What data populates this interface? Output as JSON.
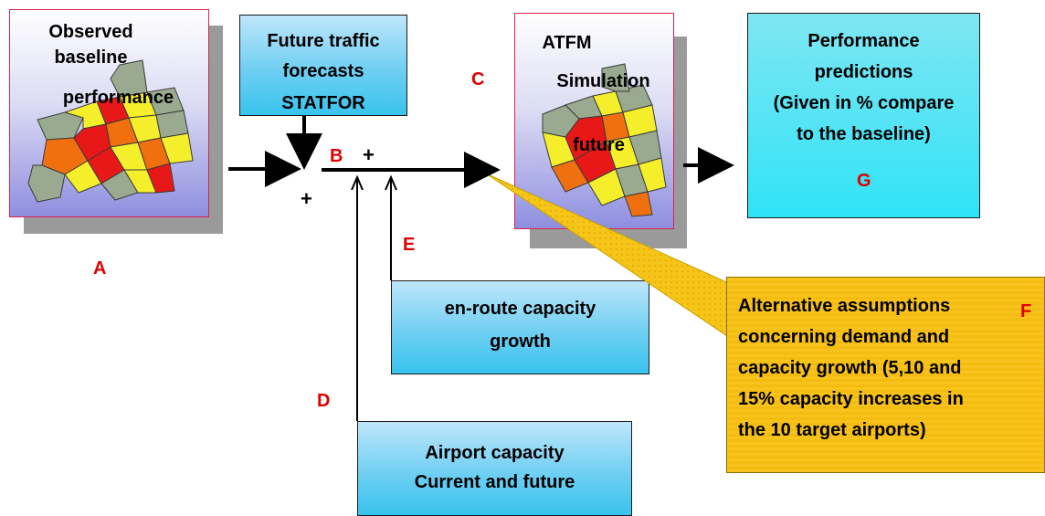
{
  "boxes": {
    "observed": {
      "lines": [
        "Observed",
        "baseline",
        "performance"
      ]
    },
    "forecast": {
      "lines": [
        "Future traffic",
        "forecasts",
        "STATFOR"
      ]
    },
    "atfm": {
      "lines": [
        "ATFM",
        "Simulation",
        "future"
      ]
    },
    "performance": {
      "lines": [
        "Performance",
        "predictions",
        "(Given in % compare",
        "to the baseline)"
      ]
    },
    "enroute": {
      "lines": [
        "en-route capacity",
        "growth"
      ]
    },
    "airport": {
      "lines": [
        "Airport capacity",
        "Current and future"
      ]
    },
    "assumptions": {
      "lines": [
        "Alternative assumptions",
        "concerning demand and",
        "capacity growth (5,10 and",
        "15% capacity increases in",
        "the 10 target airports)"
      ]
    }
  },
  "labels": {
    "A": "A",
    "B": "B",
    "C": "C",
    "D": "D",
    "E": "E",
    "F": "F",
    "G": "G"
  },
  "plus_signs": [
    "+",
    "+"
  ],
  "colors": {
    "label_red": "#e00000",
    "panel_border": "#e0204a",
    "callout_fill": "#f5c518",
    "map_red": "#e81818",
    "map_orange": "#f07010",
    "map_yellow": "#f4ef2a",
    "map_gray": "#9aaa90"
  }
}
